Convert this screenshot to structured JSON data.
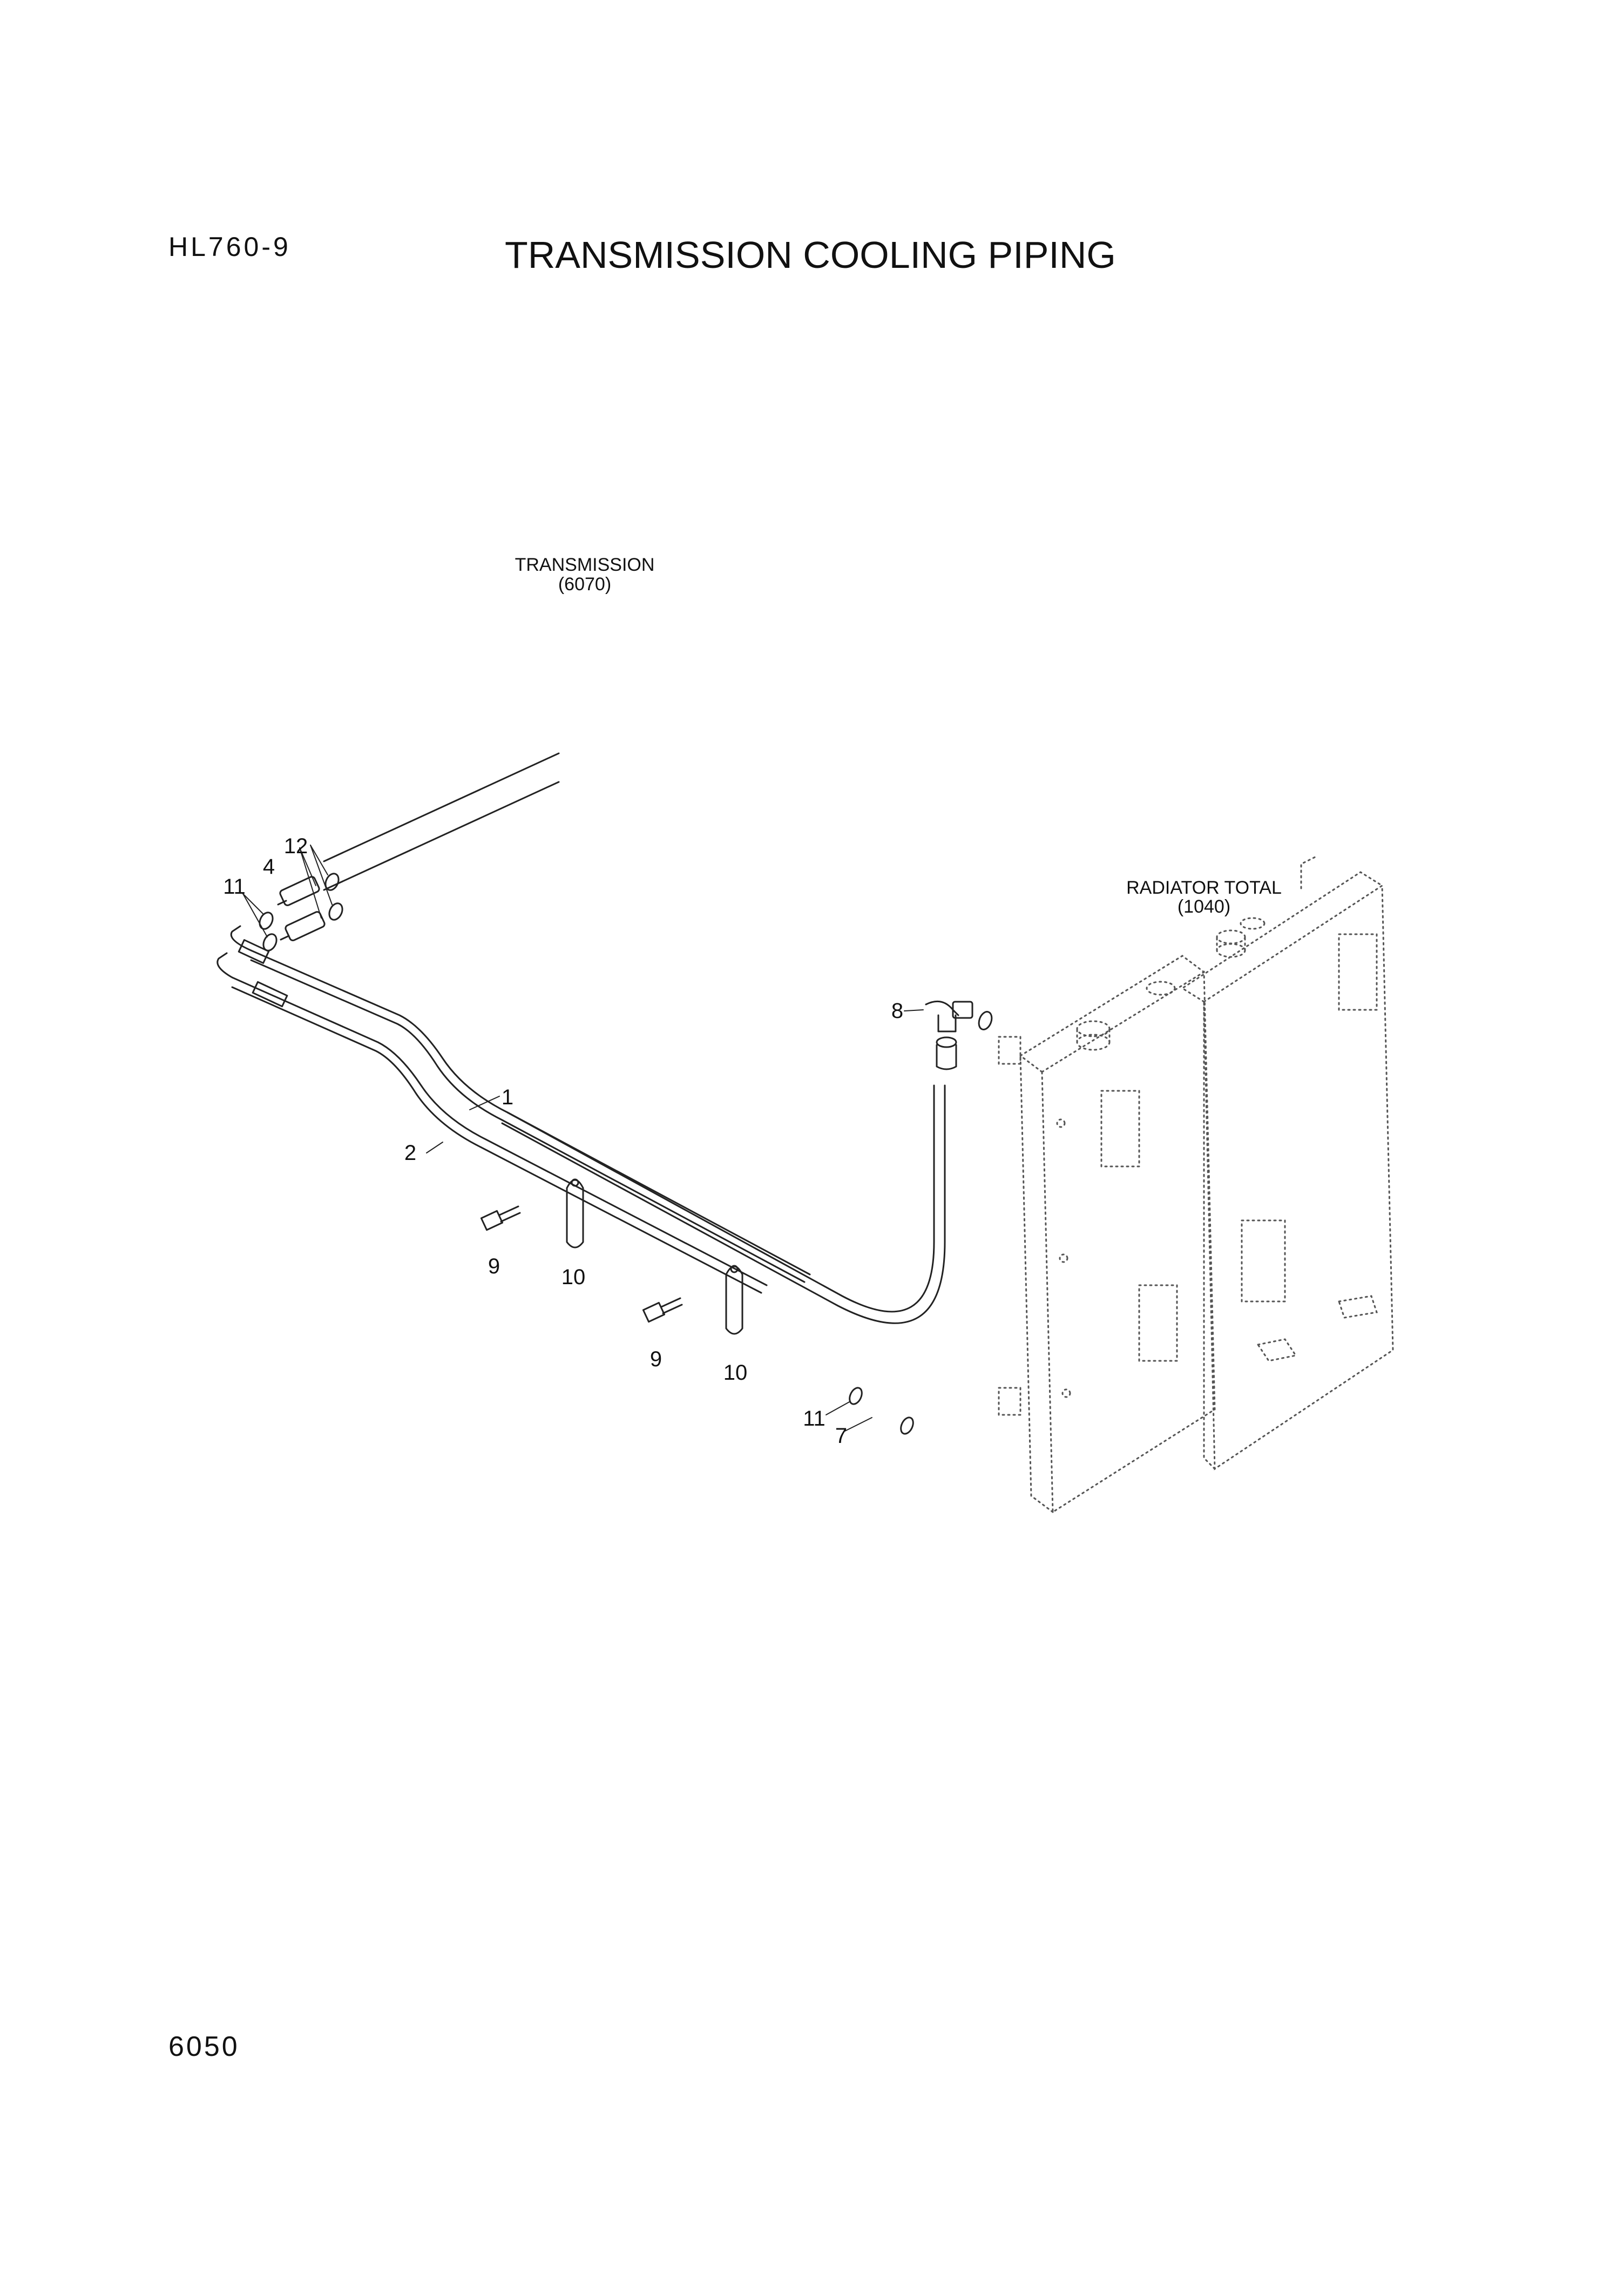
{
  "header": {
    "model": "HL760-9",
    "title": "TRANSMISSION COOLING PIPING"
  },
  "footer": {
    "page_number": "6050"
  },
  "labels": {
    "transmission": {
      "name": "TRANSMISSION",
      "ref": "(6070)"
    },
    "radiator": {
      "name": "RADIATOR TOTAL",
      "ref": "(1040)"
    }
  },
  "callouts": {
    "c1": "1",
    "c2": "2",
    "c4": "4",
    "c7": "7",
    "c8": "8",
    "c9a": "9",
    "c9b": "9",
    "c10a": "10",
    "c10b": "10",
    "c11a": "11",
    "c11b": "11",
    "c12": "12"
  }
}
